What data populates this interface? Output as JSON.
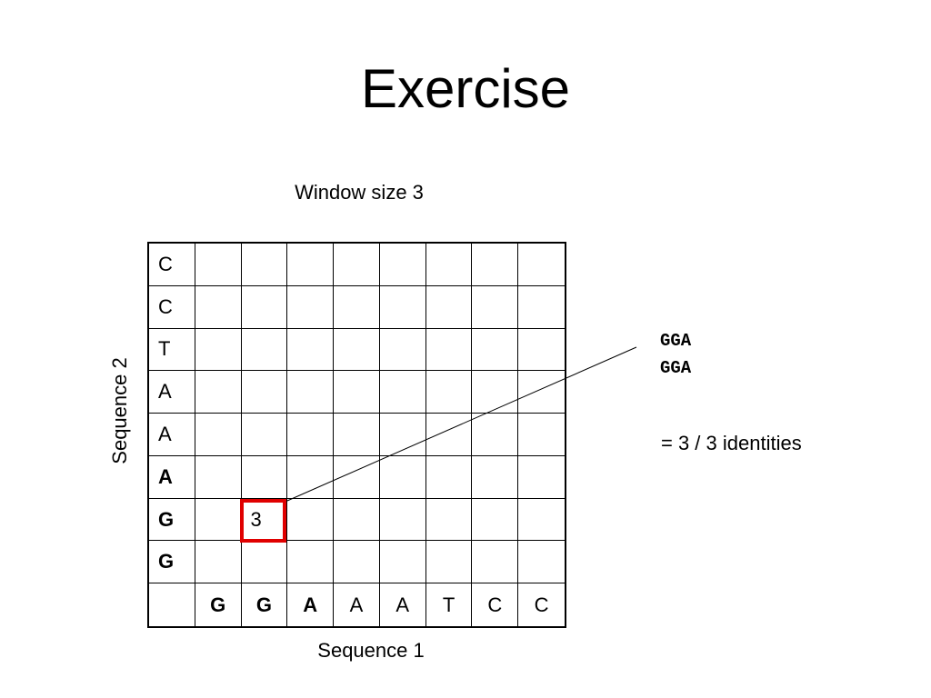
{
  "slide": {
    "title": "Exercise",
    "window_label": "Window size 3",
    "x_axis_label": "Sequence 1",
    "y_axis_label": "Sequence 2"
  },
  "matrix": {
    "sequence2_rows": [
      {
        "base": "C",
        "bold": false
      },
      {
        "base": "C",
        "bold": false
      },
      {
        "base": "T",
        "bold": false
      },
      {
        "base": "A",
        "bold": false
      },
      {
        "base": "A",
        "bold": false
      },
      {
        "base": "A",
        "bold": true
      },
      {
        "base": "G",
        "bold": true
      },
      {
        "base": "G",
        "bold": true
      }
    ],
    "sequence1_cols": [
      {
        "base": "G",
        "bold": true
      },
      {
        "base": "G",
        "bold": true
      },
      {
        "base": "A",
        "bold": true
      },
      {
        "base": "A",
        "bold": false
      },
      {
        "base": "A",
        "bold": false
      },
      {
        "base": "T",
        "bold": false
      },
      {
        "base": "C",
        "bold": false
      },
      {
        "base": "C",
        "bold": false
      }
    ],
    "highlighted_cell": {
      "row": 6,
      "col": 2,
      "value": "3",
      "color": "#e00000"
    }
  },
  "annotation": {
    "window_seq1": "GGA",
    "window_seq2": "GGA",
    "result": "= 3 / 3 identities"
  }
}
